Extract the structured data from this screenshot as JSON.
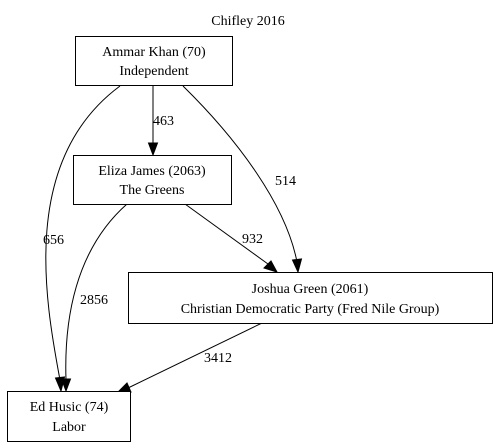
{
  "title": "Chifley 2016",
  "nodes": [
    {
      "id": "ammar",
      "name": "Ammar Khan (70)",
      "party": "Independent"
    },
    {
      "id": "eliza",
      "name": "Eliza James (2063)",
      "party": "The Greens"
    },
    {
      "id": "joshua",
      "name": "Joshua Green (2061)",
      "party": "Christian Democratic Party (Fred Nile Group)"
    },
    {
      "id": "ed",
      "name": "Ed Husic (74)",
      "party": "Labor"
    }
  ],
  "edges": [
    {
      "from": "ammar",
      "to": "eliza",
      "label": "463"
    },
    {
      "from": "ammar",
      "to": "joshua",
      "label": "514"
    },
    {
      "from": "ammar",
      "to": "ed",
      "label": "656"
    },
    {
      "from": "eliza",
      "to": "joshua",
      "label": "932"
    },
    {
      "from": "eliza",
      "to": "ed",
      "label": "2856"
    },
    {
      "from": "joshua",
      "to": "ed",
      "label": "3412"
    }
  ],
  "colors": {
    "stroke": "#000000",
    "background": "#ffffff"
  }
}
